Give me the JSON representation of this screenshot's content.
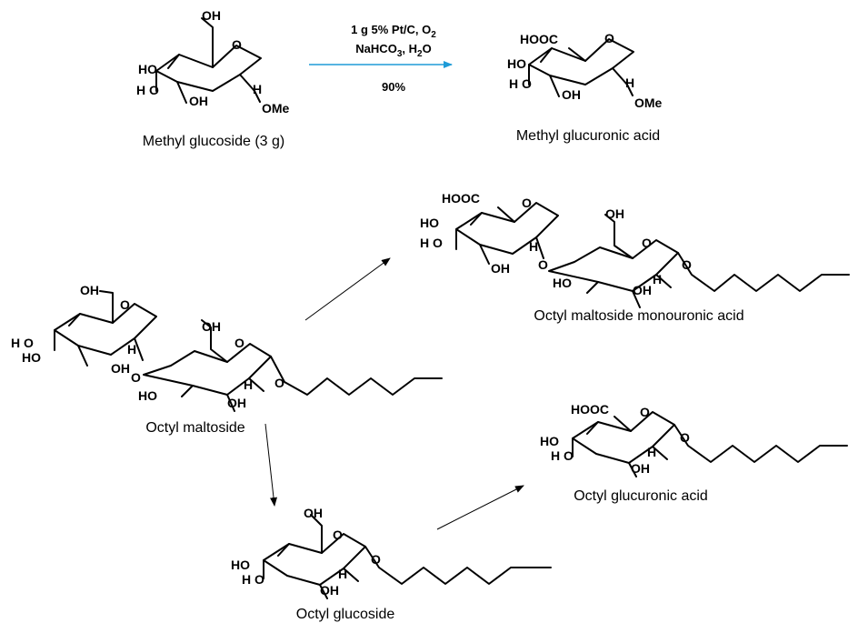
{
  "reaction": {
    "reagent_line1": "1 g 5% Pt/C, O",
    "reagent_line1_sub": "2",
    "reagent_line2_a": "NaHCO",
    "reagent_line2_sub1": "3",
    "reagent_line2_b": ", H",
    "reagent_line2_sub2": "2",
    "reagent_line2_c": "O",
    "yield": "90%"
  },
  "compounds": {
    "methyl_glucoside": "Methyl glucoside (3 g)",
    "methyl_glucuronic_acid": "Methyl glucuronic acid",
    "octyl_maltoside": "Octyl maltoside",
    "octyl_maltoside_monouronic_acid": "Octyl maltoside monouronic acid",
    "octyl_glucoside": "Octyl glucoside",
    "octyl_glucuronic_acid": "Octyl glucuronic acid"
  },
  "atoms": {
    "oh": "OH",
    "ho": "HO",
    "ho_spaced": "H O",
    "o": "O",
    "h": "H",
    "ome": "OMe",
    "hooc": "HOOC"
  },
  "colors": {
    "reaction_arrow": "#1e9bd7",
    "pathway_arrow": "#000000",
    "bond": "#000000"
  }
}
